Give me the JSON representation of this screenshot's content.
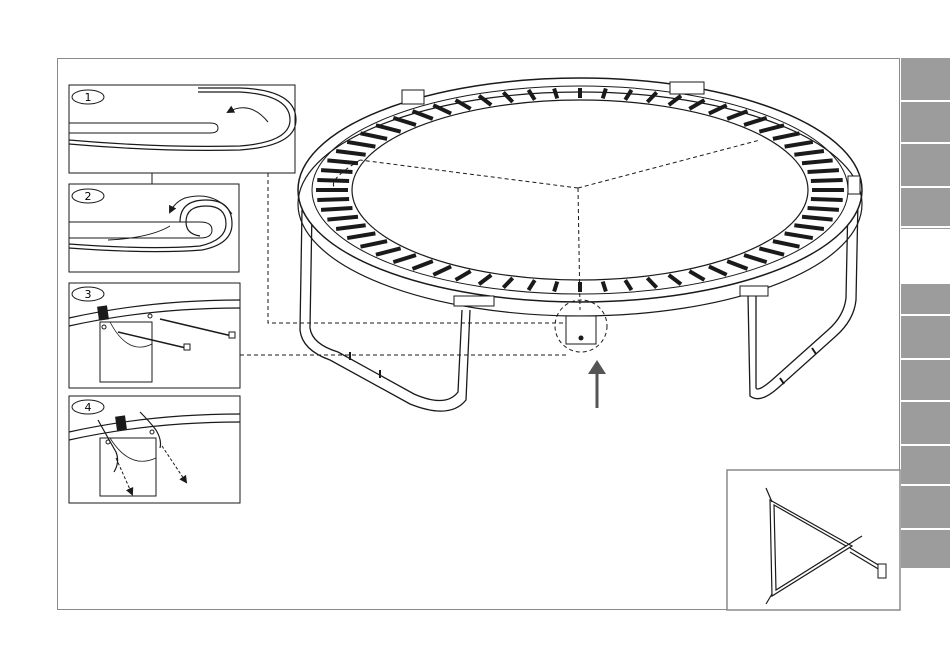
{
  "steps": [
    {
      "number": "1"
    },
    {
      "number": "2"
    },
    {
      "number": "3"
    },
    {
      "number": "4"
    }
  ],
  "colors": {
    "line": "#1a1a1a",
    "frame": "#8a8a8a",
    "tab": "#9c9c9c",
    "arrow": "#555555",
    "pad": "#d0d0d0"
  },
  "side_tabs": {
    "count": 12,
    "active_index": 4
  },
  "icons": [
    "arrow-up-icon",
    "curved-arrow-icon",
    "cable-tie-icon"
  ]
}
